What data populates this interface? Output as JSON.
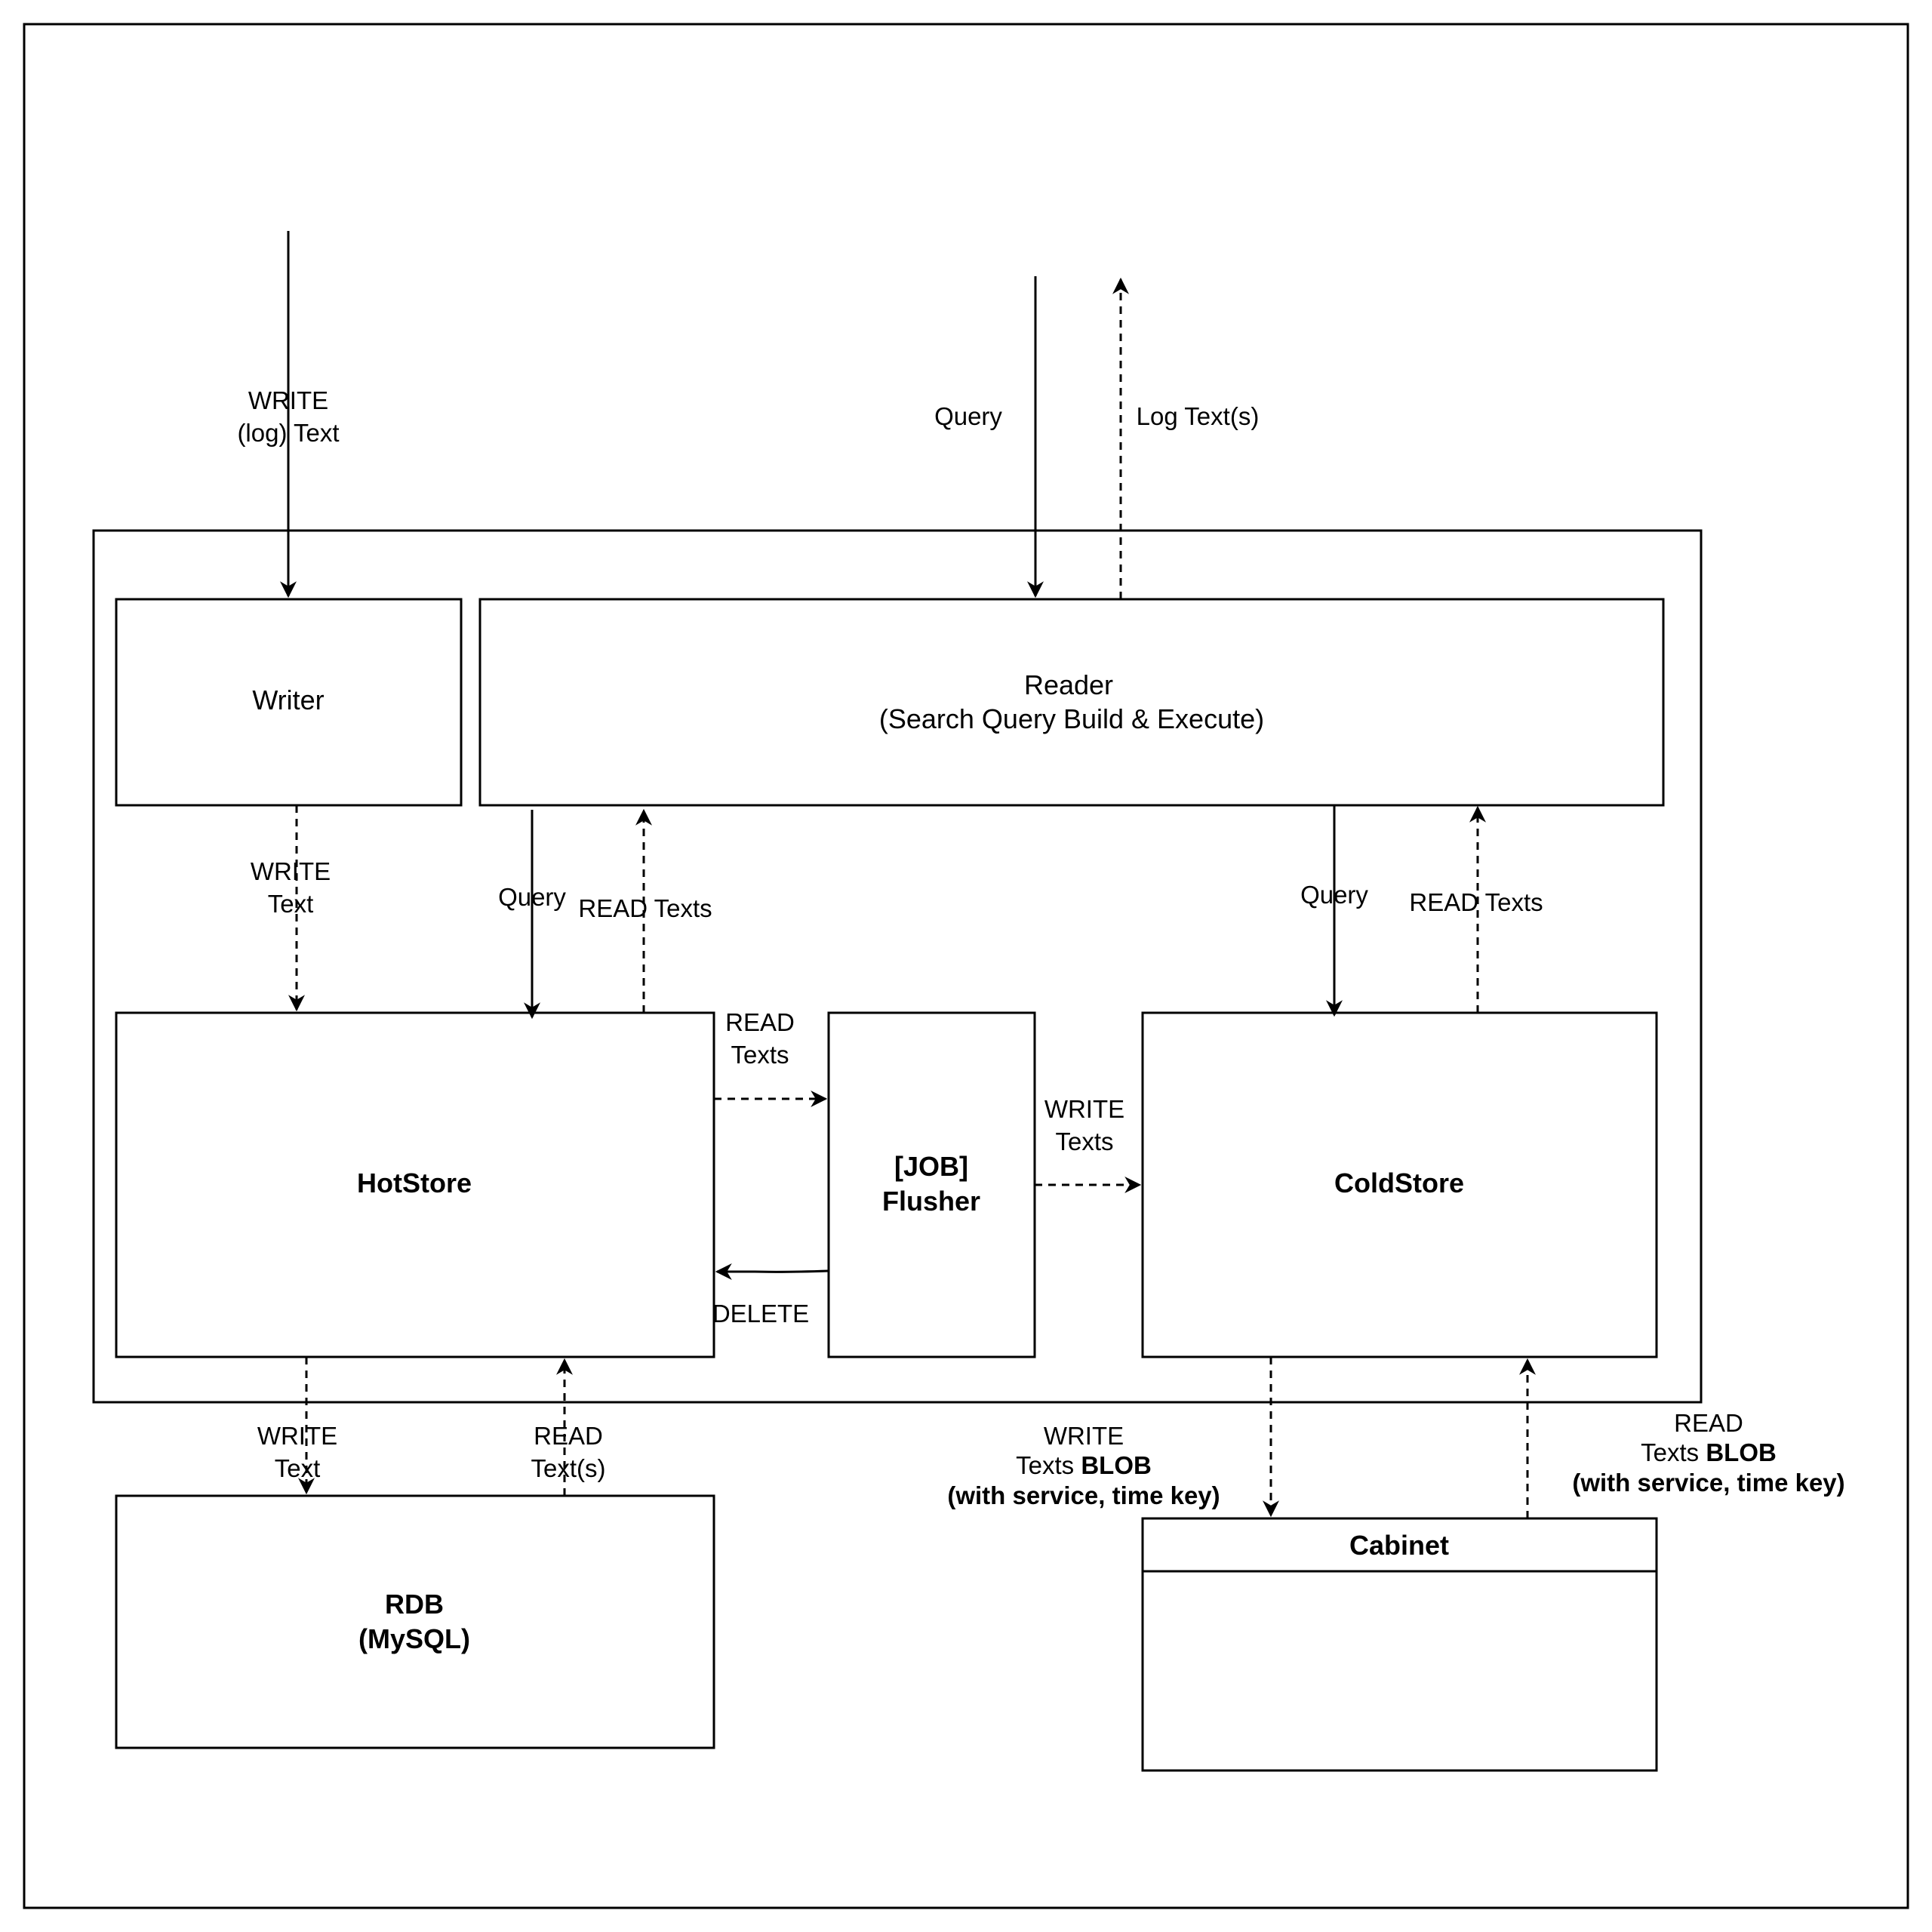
{
  "nodes": {
    "writer": "Writer",
    "reader_line1": "Reader",
    "reader_line2": "(Search Query Build & Execute)",
    "hotstore": "HotStore",
    "flusher_line1": "[JOB]",
    "flusher_line2": "Flusher",
    "coldstore": "ColdStore",
    "rdb_line1": "RDB",
    "rdb_line2": "(MySQL)",
    "cabinet": "Cabinet"
  },
  "edges": {
    "write_in_line1": "WRITE",
    "write_in_line2": "(log) Text",
    "query_in": "Query",
    "log_out": "Log Text(s)",
    "writer_hot_line1": "WRITE",
    "writer_hot_line2": "Text",
    "reader_hot_query": "Query",
    "hot_reader_read": "READ Texts",
    "reader_cold_query": "Query",
    "cold_reader_read": "READ Texts",
    "hot_flusher_line1": "READ",
    "hot_flusher_line2": "Texts",
    "flusher_cold_line1": "WRITE",
    "flusher_cold_line2": "Texts",
    "flusher_hot_delete": "DELETE",
    "hot_rdb_line1": "WRITE",
    "hot_rdb_line2": "Text",
    "rdb_hot_line1": "READ",
    "rdb_hot_line2": "Text(s)",
    "cold_cab_line1": "WRITE",
    "cold_cab_line2a": "Texts ",
    "cold_cab_line2b": "BLOB",
    "cold_cab_line3": "(with service, time key)",
    "cab_cold_line1": "READ",
    "cab_cold_line2a": "Texts ",
    "cab_cold_line2b": "BLOB",
    "cab_cold_line3": "(with service, time key)"
  }
}
